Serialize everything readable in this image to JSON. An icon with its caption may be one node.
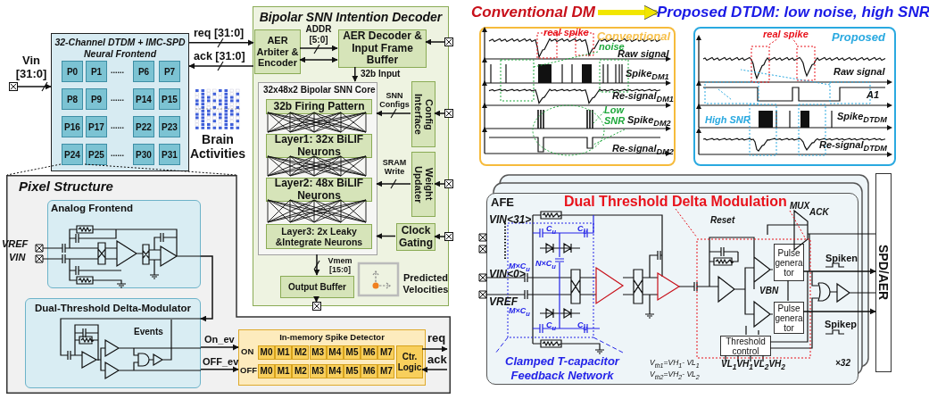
{
  "diagram": {
    "nodes": [
      {
        "text": [
          "32-Channel DTDM + IMC-SPD Neural Frontend"
        ]
      },
      {
        "text": [
          "P0"
        ],
        "in": 0
      },
      {
        "text": [
          "P1"
        ],
        "in": 0
      },
      {
        "text": [
          "P6"
        ],
        "in": 0
      },
      {
        "text": [
          "P7"
        ],
        "in": 0
      },
      {
        "text": [
          "P8"
        ],
        "in": 0
      },
      {
        "text": [
          "P9"
        ],
        "in": 0
      },
      {
        "text": [
          "P14"
        ],
        "in": 0
      },
      {
        "text": [
          "P15"
        ],
        "in": 0
      },
      {
        "text": [
          "P16"
        ],
        "in": 0
      },
      {
        "text": [
          "P17"
        ],
        "in": 0
      },
      {
        "text": [
          "P22"
        ],
        "in": 0
      },
      {
        "text": [
          "P23"
        ],
        "in": 0
      },
      {
        "text": [
          "P24"
        ],
        "in": 0
      },
      {
        "text": [
          "P25"
        ],
        "in": 0
      },
      {
        "text": [
          "P30"
        ],
        "in": 0
      },
      {
        "text": [
          "P31"
        ],
        "in": 0
      },
      {
        "text": [
          "Bipolar SNN Intention Decoder"
        ]
      },
      {
        "text": [
          "AER Arbiter & Encoder"
        ],
        "in": 17
      },
      {
        "text": [
          "AER Decoder & Input Frame Buffer"
        ],
        "in": 17
      },
      {
        "text": [
          "32x48x2 Bipolar SNN Core"
        ],
        "in": 17
      },
      {
        "text": [
          "32b Firing Pattern"
        ],
        "in": 20
      },
      {
        "text": [
          "Layer1: 32x BiLIF Neurons"
        ],
        "in": 20
      },
      {
        "text": [
          "Layer2: 48x BiLIF Neurons"
        ],
        "in": 20
      },
      {
        "text": [
          "Layer3: 2x Leaky &Integrate Neurons"
        ],
        "in": 20
      },
      {
        "text": [
          "Config Interface"
        ],
        "in": 17
      },
      {
        "text": [
          "Weight Updater"
        ],
        "in": 17
      },
      {
        "text": [
          "Clock Gating"
        ],
        "in": 17
      },
      {
        "text": [
          "Output Buffer"
        ],
        "in": 17
      },
      {
        "text": [
          "Pixel Structure"
        ]
      },
      {
        "text": [
          "Analog Frontend"
        ],
        "in": 29
      },
      {
        "text": [
          "Dual-Threshold Delta-Modulator"
        ],
        "in": 29
      },
      {
        "text": [
          "In-memory Spike Detector"
        ],
        "in": 29
      },
      {
        "text": [
          "M0"
        ],
        "in": 32
      },
      {
        "text": [
          "M1"
        ],
        "in": 32
      },
      {
        "text": [
          "M2"
        ],
        "in": 32
      },
      {
        "text": [
          "M3"
        ],
        "in": 32
      },
      {
        "text": [
          "M4"
        ],
        "in": 32
      },
      {
        "text": [
          "M5"
        ],
        "in": 32
      },
      {
        "text": [
          "M6"
        ],
        "in": 32
      },
      {
        "text": [
          "M7"
        ],
        "in": 32
      },
      {
        "text": [
          "M0"
        ],
        "in": 32
      },
      {
        "text": [
          "M1"
        ],
        "in": 32
      },
      {
        "text": [
          "M2"
        ],
        "in": 32
      },
      {
        "text": [
          "M3"
        ],
        "in": 32
      },
      {
        "text": [
          "M4"
        ],
        "in": 32
      },
      {
        "text": [
          "M5"
        ],
        "in": 32
      },
      {
        "text": [
          "M6"
        ],
        "in": 32
      },
      {
        "text": [
          "M7"
        ],
        "in": 32
      },
      {
        "text": [
          "Ctr. Logic"
        ],
        "in": 32
      },
      {
        "text": [
          "Conventional DM"
        ]
      },
      {
        "text": [
          "Proposed DTDM: low noise, high SNR"
        ]
      },
      {
        "text": [
          "Conventional"
        ]
      },
      {
        "text": [
          "Proposed"
        ]
      },
      {
        "text": [
          "AFE"
        ]
      },
      {
        "text": [
          "Pulse generator"
        ],
        "in": 54
      },
      {
        "text": [
          "Pulse generator"
        ],
        "in": 54
      },
      {
        "text": [
          "Threshold control"
        ],
        "in": 54,
        "beside": [
          "VL$_{1}$",
          "VH$_{1}$",
          "VL$_{2}$",
          "VH$_{2}$"
        ]
      },
      {
        "text": [
          "SPD/AER"
        ]
      },
      {
        "text": [],
        "shape": "box"
      },
      {
        "text": [],
        "shape": "box"
      },
      {
        "text": [],
        "shape": "box"
      },
      {
        "text": [],
        "shape": "box"
      },
      {
        "text": [],
        "shape": "box"
      },
      {
        "text": [],
        "shape": "box"
      }
    ],
    "edges": [
      {
        "from": 59,
        "to": 0,
        "arrow": "to",
        "label": "Vin [31:0]"
      },
      {
        "from": 0,
        "to": 18,
        "arrow": "to",
        "label": "req [31:0]"
      },
      {
        "from": 18,
        "to": 0,
        "arrow": "to",
        "label": "ack [31:0]"
      },
      {
        "from": 18,
        "to": 19,
        "arrow": "to",
        "label": "ADDR [5:0]"
      },
      {
        "from": 18,
        "to": 19,
        "arrow": "both"
      },
      {
        "from": 60,
        "to": 19,
        "arrow": "to"
      },
      {
        "from": 19,
        "to": 20,
        "arrow": "to",
        "label": "32b Input"
      },
      {
        "from": 61,
        "to": 25,
        "arrow": "to"
      },
      {
        "from": 25,
        "to": 20,
        "arrow": "to",
        "label": "SNN Configs"
      },
      {
        "from": 62,
        "to": 26,
        "arrow": "to"
      },
      {
        "from": 26,
        "to": 20,
        "arrow": "to",
        "label": "SRAM Write"
      },
      {
        "from": 63,
        "to": 27,
        "arrow": "to"
      },
      {
        "from": 27,
        "to": 20,
        "arrow": "to"
      },
      {
        "from": 20,
        "to": 28,
        "arrow": "to",
        "label": "Vmem [15:0]"
      },
      {
        "from": 28,
        "to": 64,
        "arrow": "to"
      },
      {
        "from": 30,
        "to": 31,
        "arrow": "to"
      },
      {
        "from": 31,
        "to": 32,
        "arrow": "to",
        "label": "On_ev"
      },
      {
        "from": 31,
        "to": 32,
        "arrow": "to",
        "label": "OFF_ev"
      },
      {
        "from": 49,
        "to": null,
        "arrow": "to",
        "label": "req"
      },
      {
        "from": null,
        "to": 49,
        "arrow": "to",
        "label": "ack"
      },
      {
        "from": 50,
        "to": 51,
        "arrow": "to",
        "style": "thick",
        "color": "#f2e600"
      },
      {
        "from": 55,
        "to": 58,
        "arrow": "to",
        "label": "Spiken"
      },
      {
        "from": 56,
        "to": 58,
        "arrow": "to",
        "label": "Spikep"
      },
      {
        "from": 13,
        "to": 29,
        "arrow": "none",
        "style": "dashed"
      },
      {
        "from": 14,
        "to": 29,
        "arrow": "none",
        "style": "dashed"
      }
    ],
    "labels": [
      "......",
      "......",
      "......",
      "......",
      "Brain Activities",
      "Predicted Velocities",
      "VREF",
      "VIN",
      "Events",
      "ON",
      "OFF",
      "real spike",
      "noise",
      "Raw signal",
      "Spike$_{DM1}$",
      "Re-signal$_{DM1}$",
      "Low SNR",
      "Spike$_{DM2}$",
      "Re-signal$_{DM2}$",
      "real spike",
      "Raw signal",
      "A1",
      "High SNR",
      "Spike$_{DTDM}$",
      "Re-signal$_{DTDM}$",
      "Dual Threshold Delta Modulation",
      "VIN<31>",
      "C$_{u}$",
      "C$_{u}$",
      "M×C$_{u}$",
      "N×C$_{u}$",
      "VIN<0>",
      "VREF",
      "M×C$_{u}$",
      "C$_{u}$",
      "C$_{u}$",
      "Clamped T-capacitor Feedback Network",
      "Reset",
      "MUX",
      "ACK",
      "VBN",
      "V$_{th1}$=VH$_{1}$- VL$_{1}$",
      "V$_{th2}$=VH$_{2}$- VL$_{2}$",
      "×32"
    ]
  }
}
